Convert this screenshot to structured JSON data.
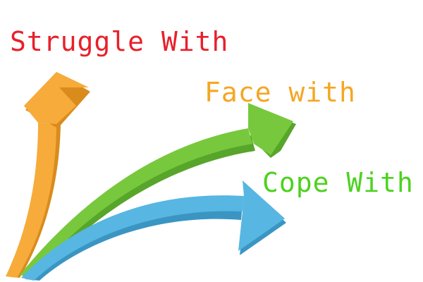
{
  "labels": {
    "top": {
      "text": "Struggle With",
      "color": "#e8202a"
    },
    "middle": {
      "text": "Face with",
      "color": "#f5a623"
    },
    "bottom": {
      "text": "Cope With",
      "color": "#4cd21f"
    }
  },
  "arrows": [
    {
      "name": "orange",
      "color": "#f6ab3a",
      "shade": "#d98c1c",
      "direction": "up"
    },
    {
      "name": "green",
      "color": "#78c83d",
      "shade": "#58a52b",
      "direction": "right-up"
    },
    {
      "name": "blue",
      "color": "#57b6e2",
      "shade": "#3a95c3",
      "direction": "right"
    }
  ]
}
